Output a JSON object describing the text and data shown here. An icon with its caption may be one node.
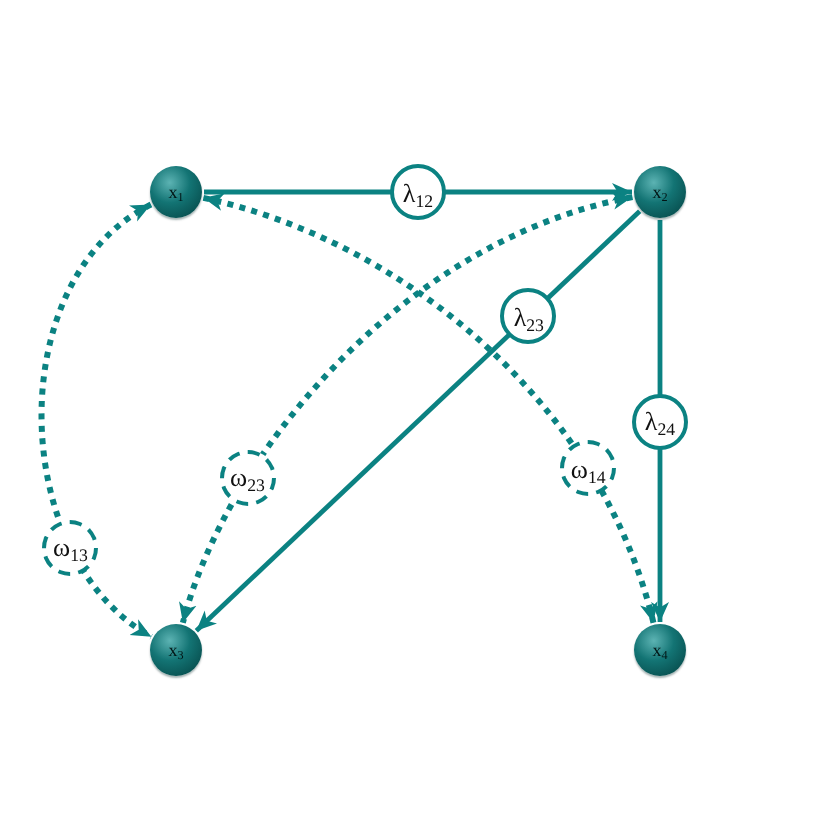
{
  "diagram": {
    "nodes": [
      {
        "text": [
          "x$_{1}$"
        ]
      },
      {
        "text": [
          "x$_{2}$"
        ]
      },
      {
        "text": [
          "x$_{3}$"
        ]
      },
      {
        "text": [
          "x$_{4}$"
        ]
      }
    ],
    "edges": [
      {
        "from": 0,
        "to": 1,
        "arrow": "to",
        "label": "λ$_{12}$"
      },
      {
        "from": 1,
        "to": 2,
        "arrow": "to",
        "label": "λ$_{23}$"
      },
      {
        "from": 1,
        "to": 3,
        "arrow": "to",
        "label": "λ$_{24}$"
      },
      {
        "from": 0,
        "to": 2,
        "arrow": "both",
        "label": "ω$_{13}$",
        "style": "dashed"
      },
      {
        "from": 1,
        "to": 2,
        "arrow": "both",
        "label": "ω$_{23}$",
        "style": "dashed"
      },
      {
        "from": 0,
        "to": 3,
        "arrow": "both",
        "label": "ω$_{14}$",
        "style": "dashed"
      }
    ]
  }
}
